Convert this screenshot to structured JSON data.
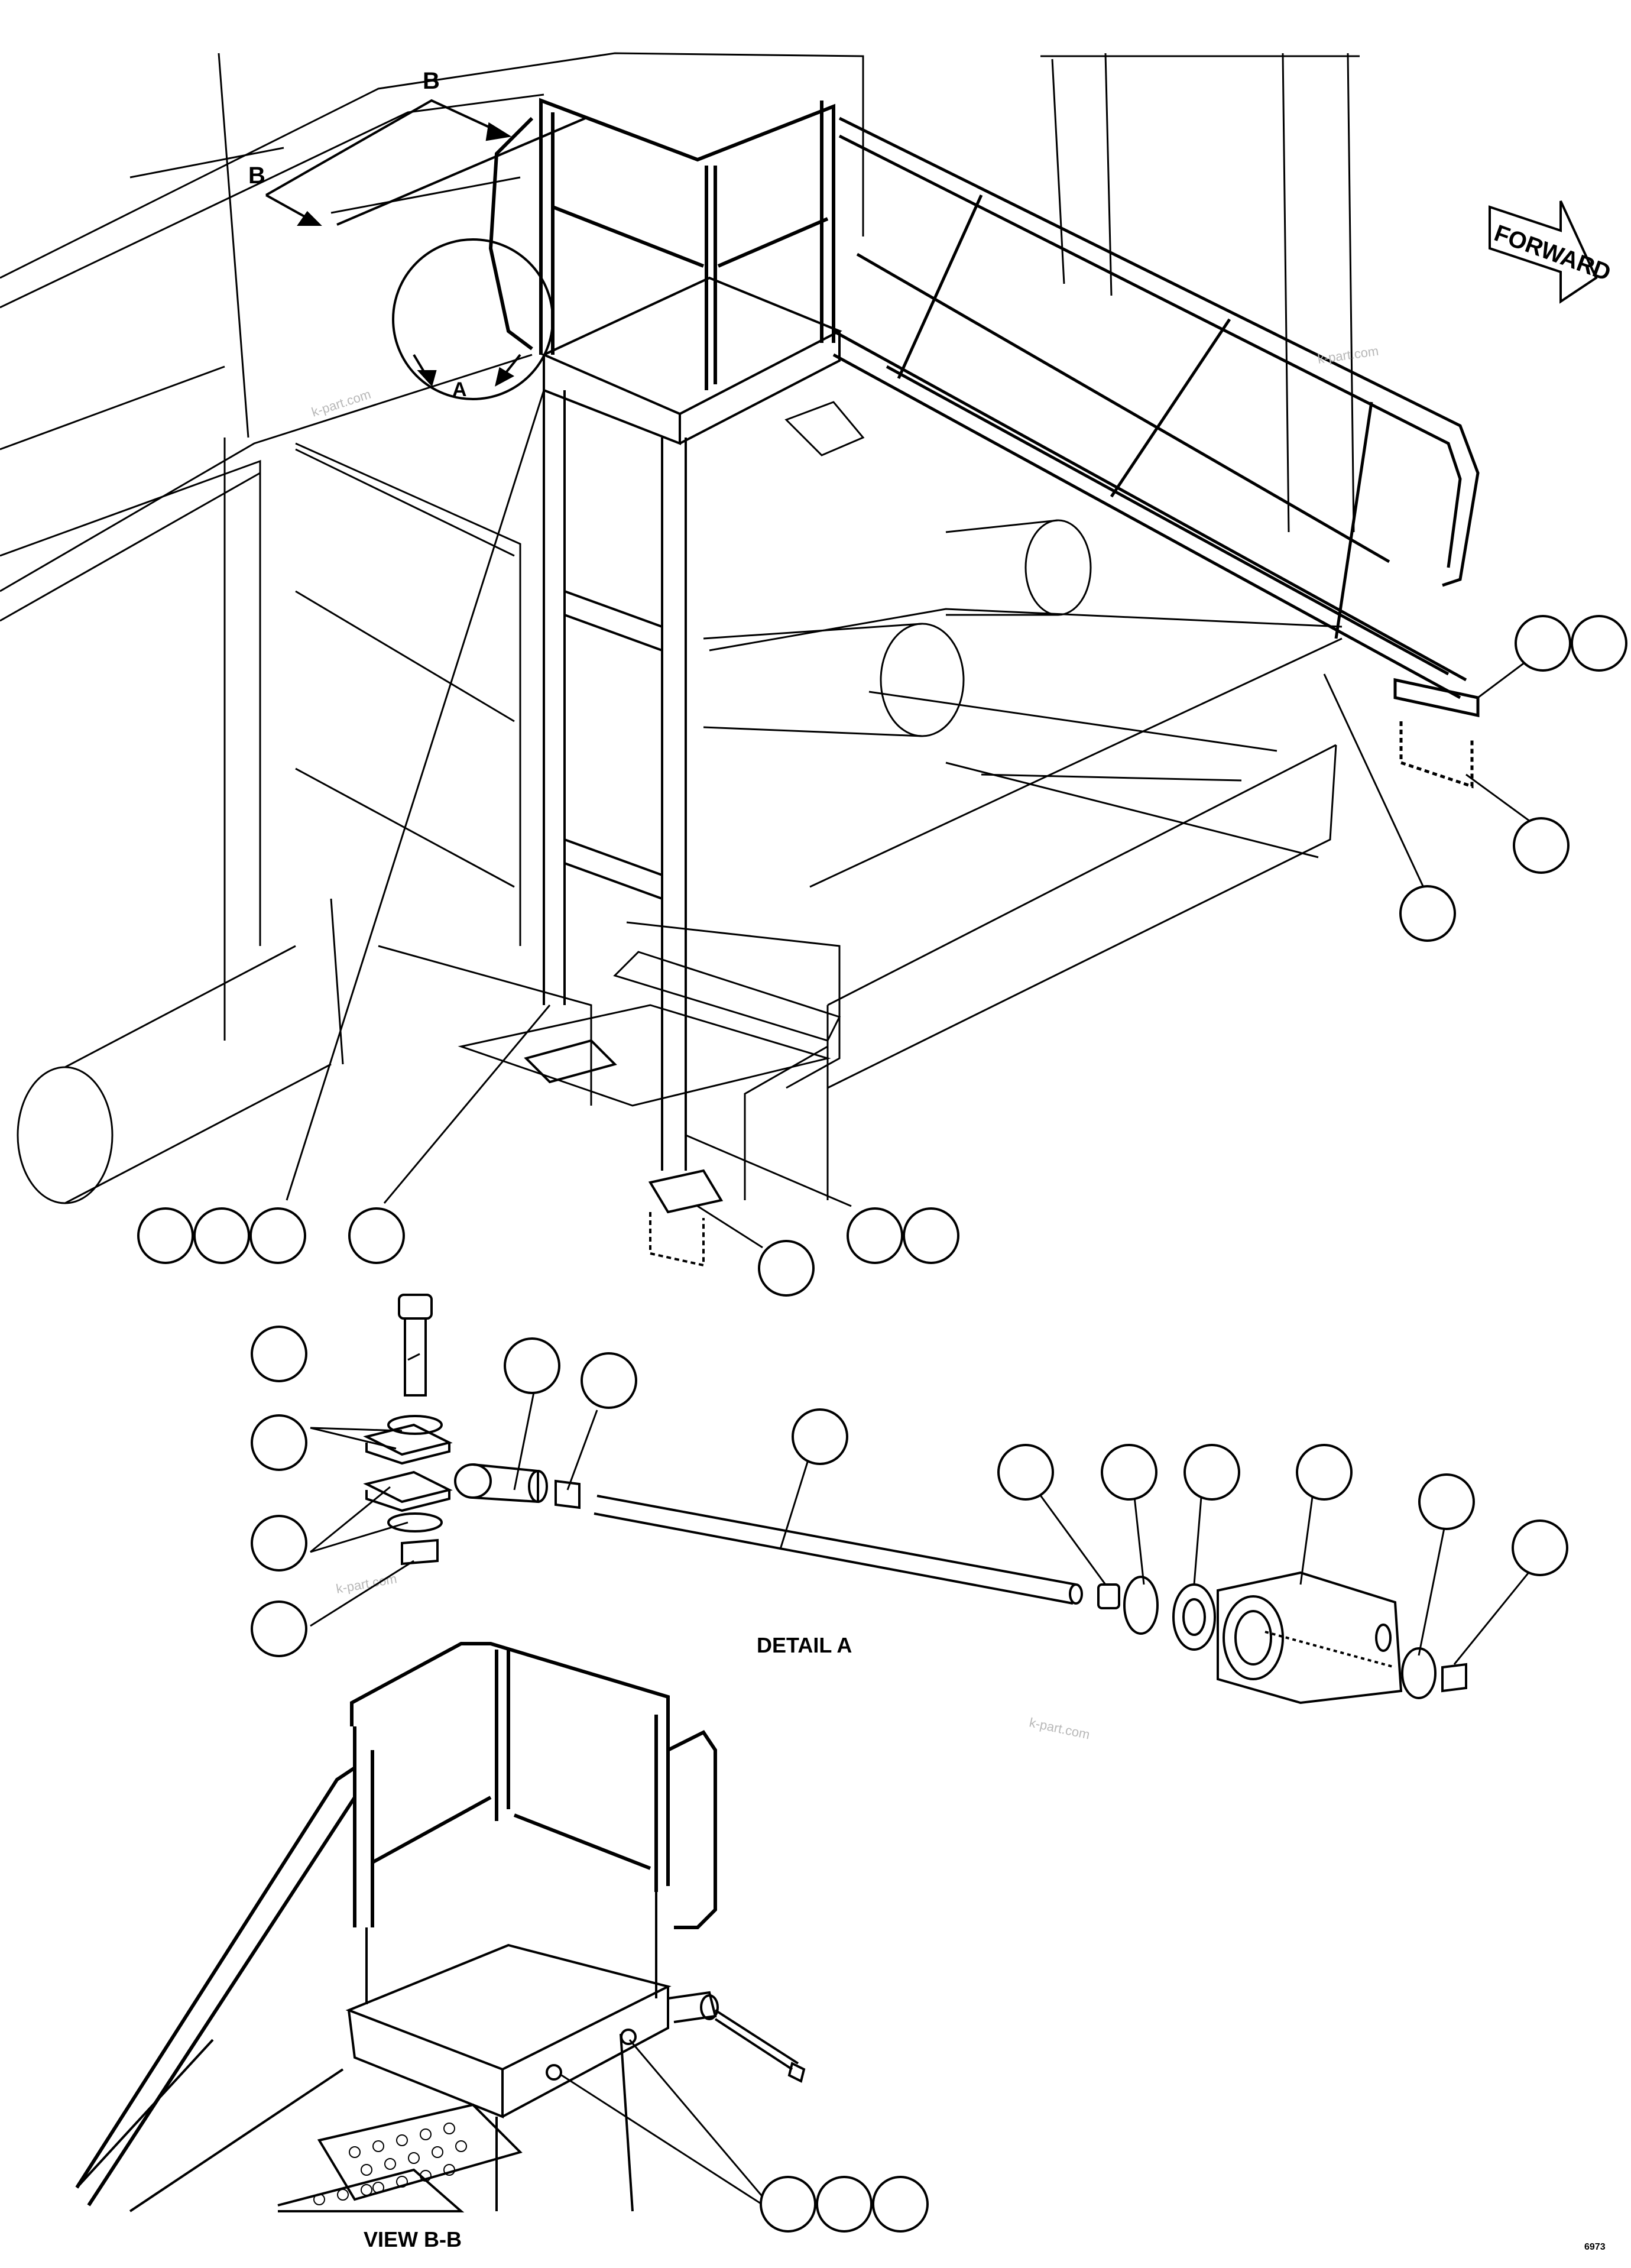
{
  "labels": {
    "forward": "FORWARD",
    "detail_title": "DETAIL A",
    "view_title": "VIEW B-B",
    "section_b_left": "B",
    "section_b_right": "B",
    "detail_a_marker": "A",
    "watermark_1": "k-part.com",
    "watermark_2": "k-part.com",
    "watermark_3": "k-part.com",
    "watermark_4": "k-part.com",
    "drawing_number": "6973"
  },
  "callouts": [
    {
      "id": "callout-1",
      "text": ""
    },
    {
      "id": "callout-2",
      "text": ""
    },
    {
      "id": "callout-3",
      "text": ""
    },
    {
      "id": "callout-4",
      "text": ""
    },
    {
      "id": "callout-5",
      "text": ""
    },
    {
      "id": "callout-6",
      "text": ""
    },
    {
      "id": "callout-7",
      "text": ""
    },
    {
      "id": "callout-8",
      "text": ""
    },
    {
      "id": "callout-9",
      "text": ""
    },
    {
      "id": "callout-10",
      "text": ""
    },
    {
      "id": "callout-11",
      "text": ""
    },
    {
      "id": "callout-12",
      "text": ""
    },
    {
      "id": "callout-13",
      "text": ""
    },
    {
      "id": "callout-14",
      "text": ""
    },
    {
      "id": "callout-15",
      "text": ""
    },
    {
      "id": "callout-16",
      "text": ""
    },
    {
      "id": "callout-17",
      "text": ""
    },
    {
      "id": "callout-18",
      "text": ""
    },
    {
      "id": "callout-19",
      "text": ""
    },
    {
      "id": "callout-20",
      "text": ""
    },
    {
      "id": "callout-21",
      "text": ""
    },
    {
      "id": "callout-22",
      "text": ""
    },
    {
      "id": "callout-23",
      "text": ""
    },
    {
      "id": "callout-24",
      "text": ""
    },
    {
      "id": "callout-25",
      "text": ""
    },
    {
      "id": "callout-26",
      "text": ""
    },
    {
      "id": "callout-27",
      "text": ""
    },
    {
      "id": "callout-28",
      "text": ""
    },
    {
      "id": "callout-29",
      "text": ""
    }
  ]
}
